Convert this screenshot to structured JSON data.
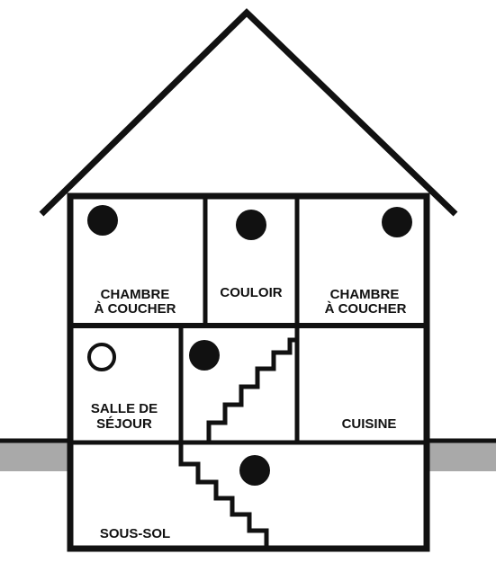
{
  "colors": {
    "wall": "#111111",
    "ground": "#a9a9a9",
    "background": "#ffffff"
  },
  "rooms": {
    "bedroom_left": {
      "line1": "CHAMBRE",
      "line2": "À COUCHER"
    },
    "hallway": {
      "label": "COULOIR"
    },
    "bedroom_right": {
      "line1": "CHAMBRE",
      "line2": "À COUCHER"
    },
    "living_room": {
      "line1": "SALLE DE",
      "line2": "SÉJOUR"
    },
    "kitchen": {
      "label": "CUISINE"
    },
    "basement": {
      "label": "SOUS-SOL"
    }
  },
  "detectors": {
    "bedroom_left": "filled",
    "hallway": "filled",
    "bedroom_right": "filled",
    "living_room": "outline",
    "stairwell": "filled",
    "basement": "filled"
  }
}
